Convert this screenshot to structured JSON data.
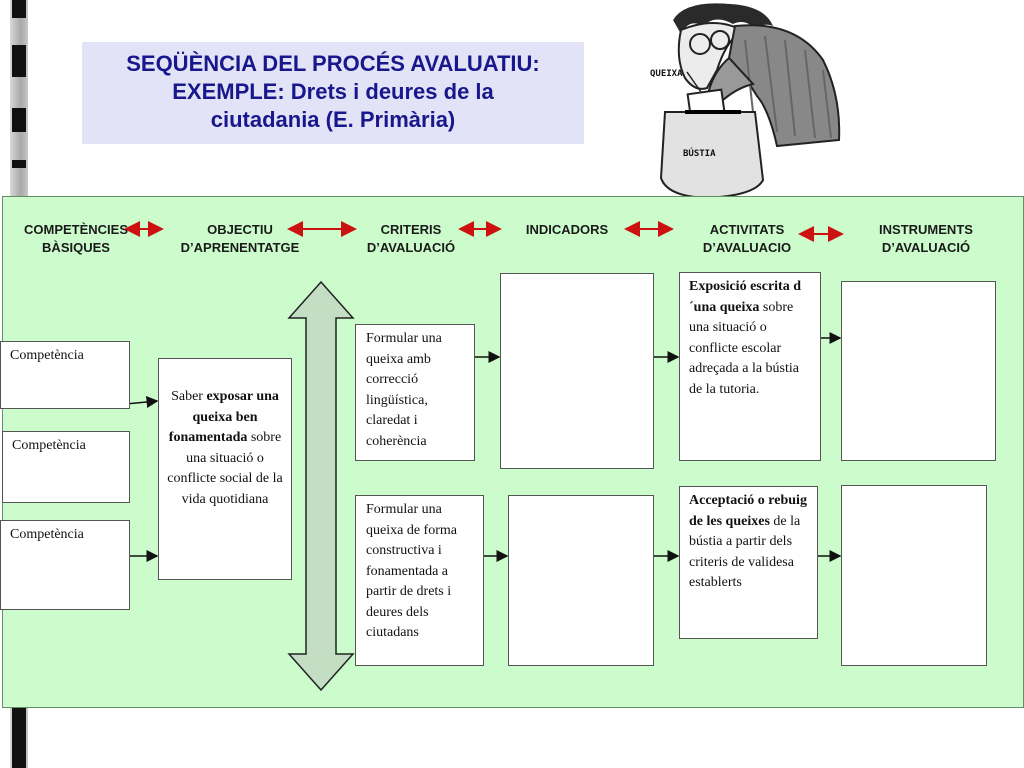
{
  "title": {
    "line1": "SEQÜÈNCIA DEL PROCÉS AVALUATIU:",
    "line2": "EXEMPLE: Drets i deures de la",
    "line3": "ciutadania (E. Primària)"
  },
  "cartoon": {
    "label_top": "QUEIXA",
    "label_box": "BÚSTIA"
  },
  "headers": {
    "competencies": [
      "COMPETÈNCIES",
      "BÀSIQUES"
    ],
    "objectiu": [
      "OBJECTIU",
      "D’APRENENTATGE"
    ],
    "criteris": [
      "CRITERIS",
      "D’AVALUACIÓ"
    ],
    "indicadors": [
      "INDICADORS"
    ],
    "activitats": [
      "ACTIVITATS",
      "D’AVALUACIO"
    ],
    "instruments": [
      "INSTRUMENTS",
      "D’AVALUACIÓ"
    ]
  },
  "competencies": [
    "Competència",
    "Competència",
    "Competència"
  ],
  "objective": {
    "pre": "Saber ",
    "bold": "exposar una queixa ben fonamentada",
    "post": " sobre una situació o conflicte social de la vida quotidiana"
  },
  "criteria": [
    "Formular una queixa amb correcció lingüística, claredat i coherència",
    "Formular una queixa de forma constructiva i fonamentada a partir de drets i deures dels ciutadans"
  ],
  "activities": [
    {
      "bold": "Exposició escrita d´una queixa",
      "rest": " sobre una situació o conflicte escolar adreçada a la bústia de la tutoria."
    },
    {
      "bold": "Acceptació o rebuig de les queixes",
      "rest": " de la bústia a partir dels criteris de validesa establerts"
    }
  ],
  "colors": {
    "title_text": "#18188c",
    "title_bg": "#e3e3f8",
    "panel_bg": "#ccfccc",
    "double_arrow": "#cc1111",
    "big_arrow_fill": "#c3dec3"
  }
}
